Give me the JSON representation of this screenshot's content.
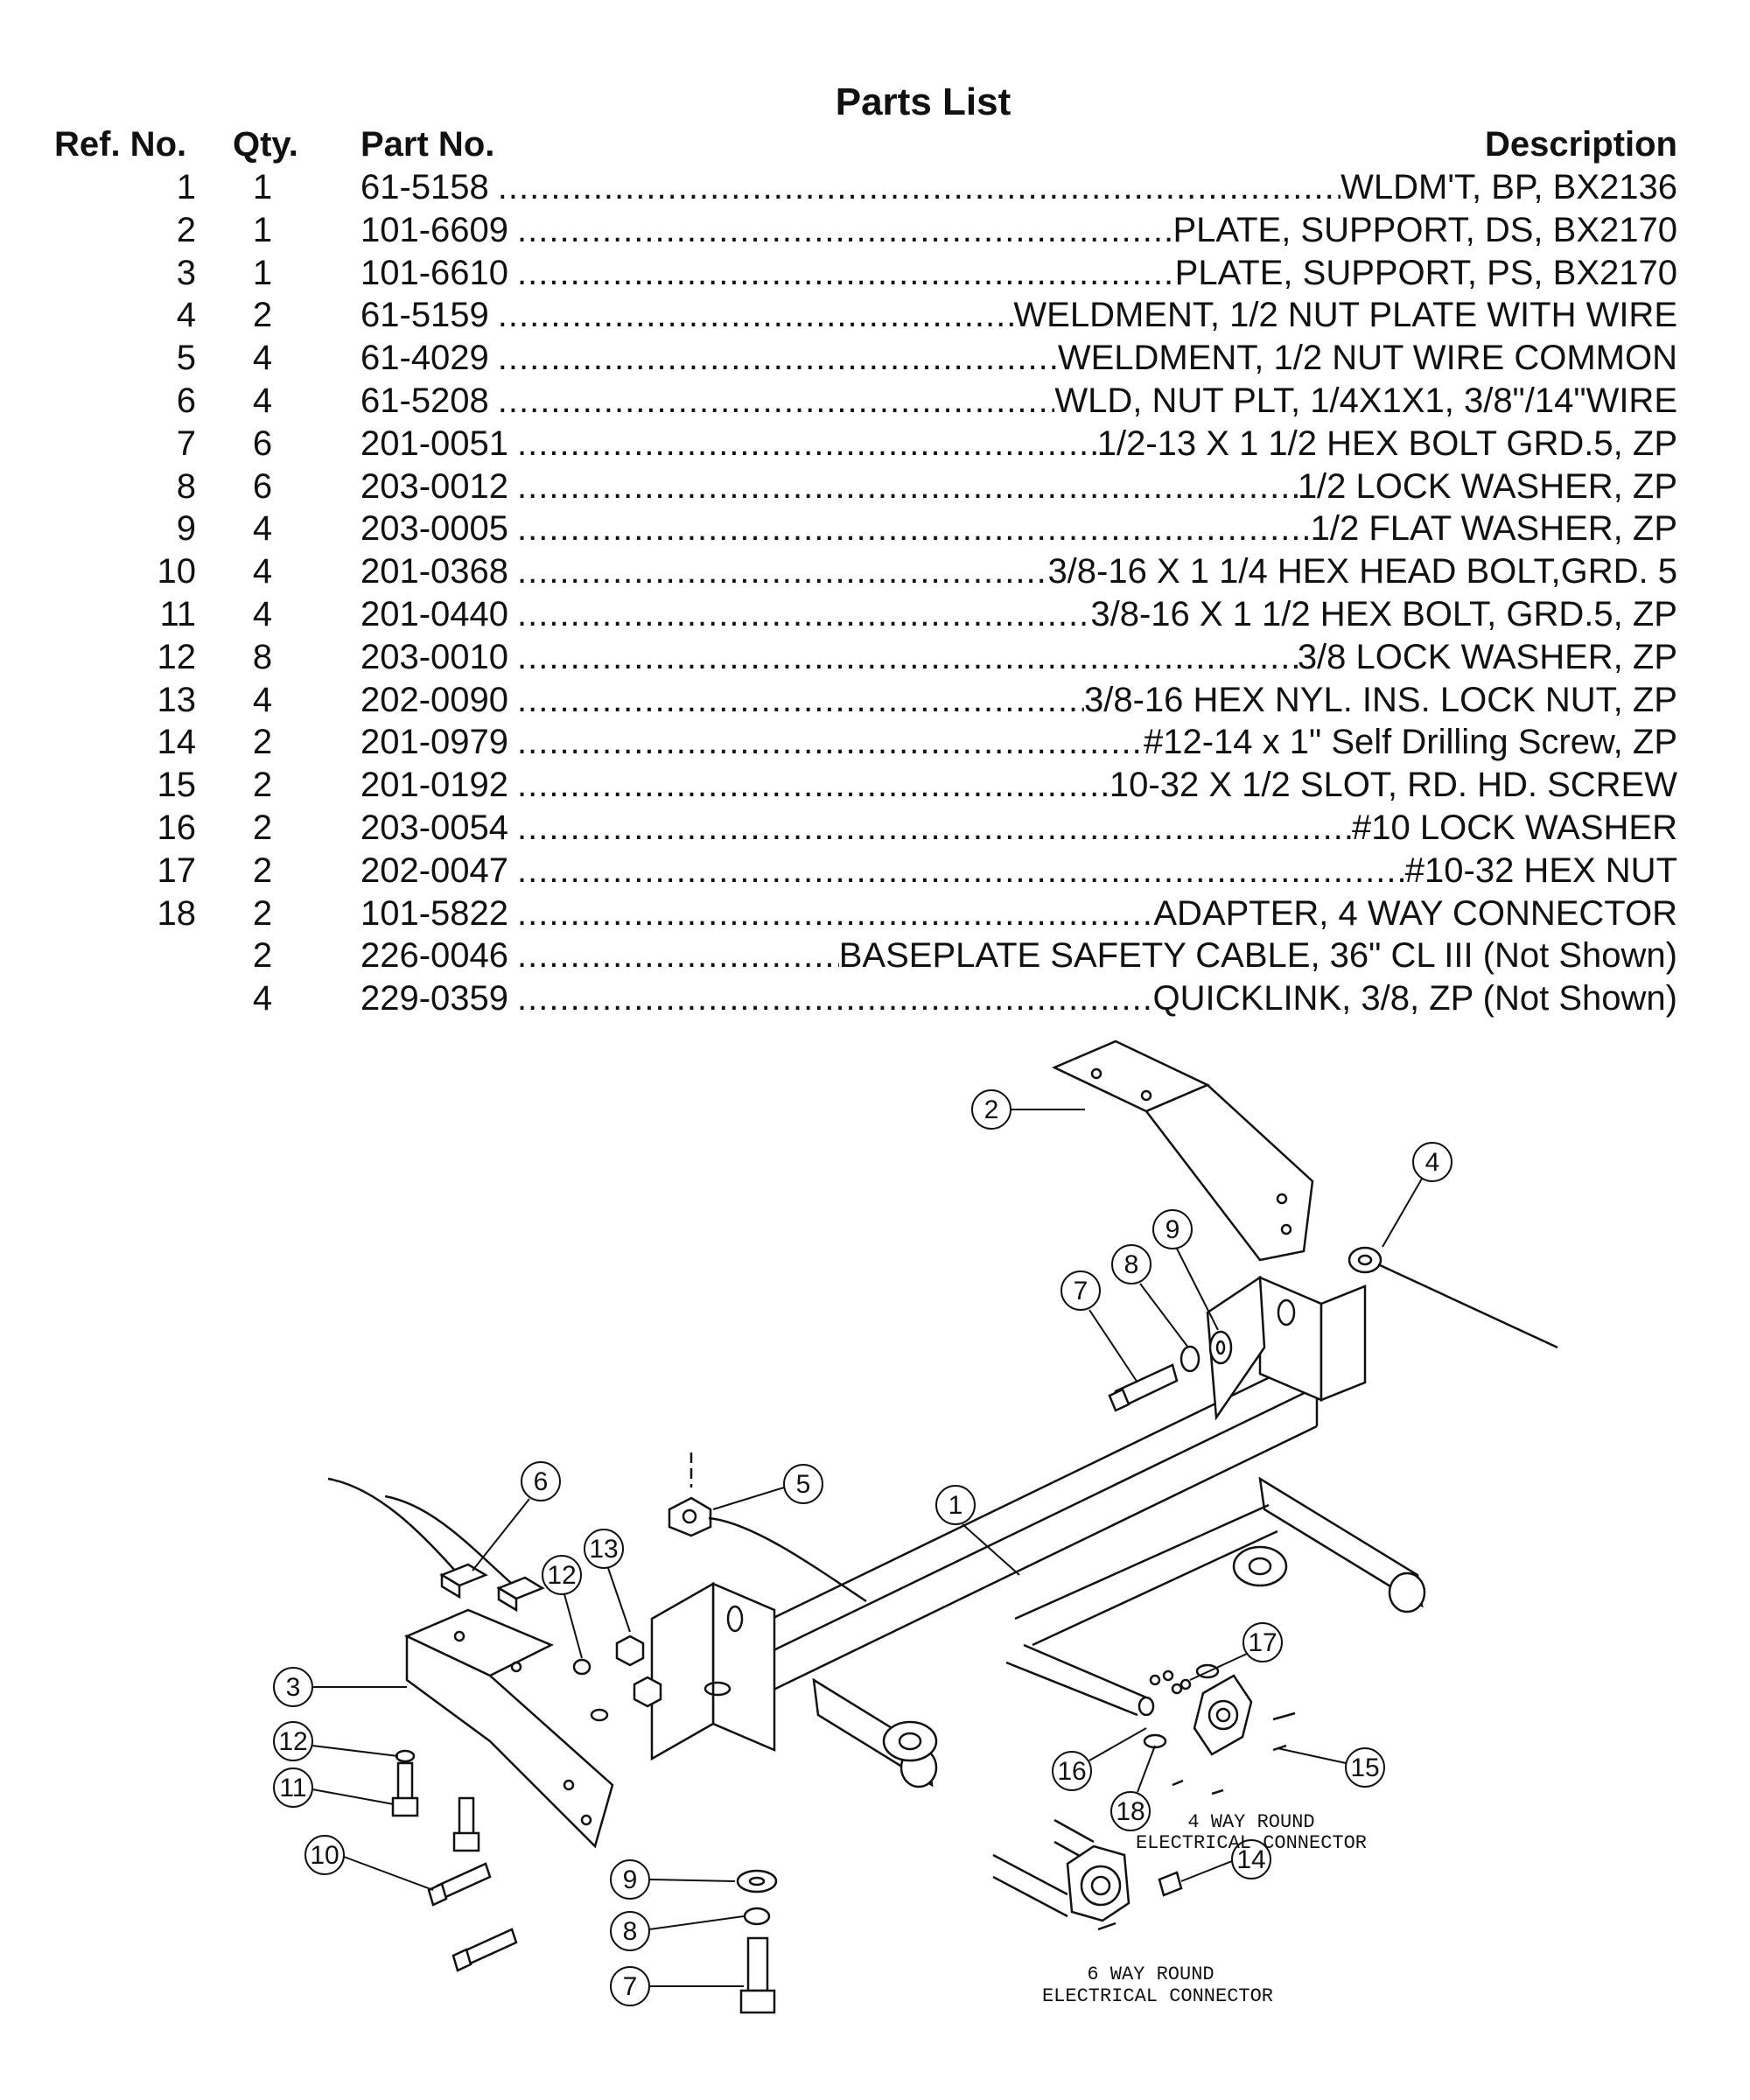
{
  "title": "Parts List",
  "headers": {
    "ref": "Ref. No.",
    "qty": "Qty.",
    "part": "Part No.",
    "desc": "Description"
  },
  "rows": [
    {
      "ref": "1",
      "qty": "1",
      "part": "61-5158",
      "desc": "WLDM'T, BP, BX2136"
    },
    {
      "ref": "2",
      "qty": "1",
      "part": "101-6609",
      "desc": "PLATE, SUPPORT, DS, BX2170"
    },
    {
      "ref": "3",
      "qty": "1",
      "part": "101-6610",
      "desc": "PLATE, SUPPORT, PS, BX2170"
    },
    {
      "ref": "4",
      "qty": "2",
      "part": "61-5159",
      "desc": "WELDMENT, 1/2 NUT PLATE WITH WIRE"
    },
    {
      "ref": "5",
      "qty": "4",
      "part": "61-4029",
      "desc": "WELDMENT, 1/2 NUT WIRE  COMMON"
    },
    {
      "ref": "6",
      "qty": "4",
      "part": "61-5208",
      "desc": "WLD, NUT PLT, 1/4X1X1, 3/8\"/14\"WIRE"
    },
    {
      "ref": "7",
      "qty": "6",
      "part": "201-0051",
      "desc": "1/2-13 X 1 1/2 HEX BOLT GRD.5, ZP"
    },
    {
      "ref": "8",
      "qty": "6",
      "part": "203-0012",
      "desc": "1/2 LOCK WASHER, ZP"
    },
    {
      "ref": "9",
      "qty": "4",
      "part": "203-0005",
      "desc": "1/2 FLAT WASHER, ZP"
    },
    {
      "ref": "10",
      "qty": "4",
      "part": "201-0368",
      "desc": "3/8-16 X 1 1/4 HEX HEAD BOLT,GRD. 5"
    },
    {
      "ref": "11",
      "qty": "4",
      "part": "201-0440",
      "desc": "3/8-16 X 1 1/2 HEX BOLT, GRD.5, ZP"
    },
    {
      "ref": "12",
      "qty": "8",
      "part": "203-0010",
      "desc": "3/8 LOCK WASHER, ZP"
    },
    {
      "ref": "13",
      "qty": "4",
      "part": "202-0090",
      "desc": "3/8-16 HEX NYL. INS. LOCK NUT, ZP"
    },
    {
      "ref": "14",
      "qty": "2",
      "part": "201-0979",
      "desc": "#12-14 x 1\" Self Drilling Screw, ZP"
    },
    {
      "ref": "15",
      "qty": "2",
      "part": "201-0192",
      "desc": "10-32 X 1/2 SLOT, RD. HD. SCREW"
    },
    {
      "ref": "16",
      "qty": "2",
      "part": "203-0054",
      "desc": "#10 LOCK WASHER"
    },
    {
      "ref": "17",
      "qty": "2",
      "part": "202-0047",
      "desc": "#10-32 HEX NUT"
    },
    {
      "ref": "18",
      "qty": "2",
      "part": "101-5822",
      "desc": "ADAPTER, 4 WAY CONNECTOR"
    },
    {
      "ref": "",
      "qty": "2",
      "part": "226-0046",
      "desc": "BASEPLATE SAFETY CABLE, 36\" CL III (Not Shown)"
    },
    {
      "ref": "",
      "qty": "4",
      "part": "229-0359",
      "desc": "QUICKLINK, 3/8, ZP (Not Shown)"
    }
  ],
  "diagram": {
    "connector_4way_line1": "4 WAY ROUND",
    "connector_4way_line2": "ELECTRICAL CONNECTOR",
    "connector_6way_line1": "6 WAY ROUND",
    "connector_6way_line2": "ELECTRICAL CONNECTOR",
    "callouts": [
      "1",
      "2",
      "3",
      "4",
      "5",
      "6",
      "7",
      "8",
      "9",
      "10",
      "11",
      "12",
      "13",
      "14",
      "15",
      "16",
      "17",
      "18"
    ]
  }
}
